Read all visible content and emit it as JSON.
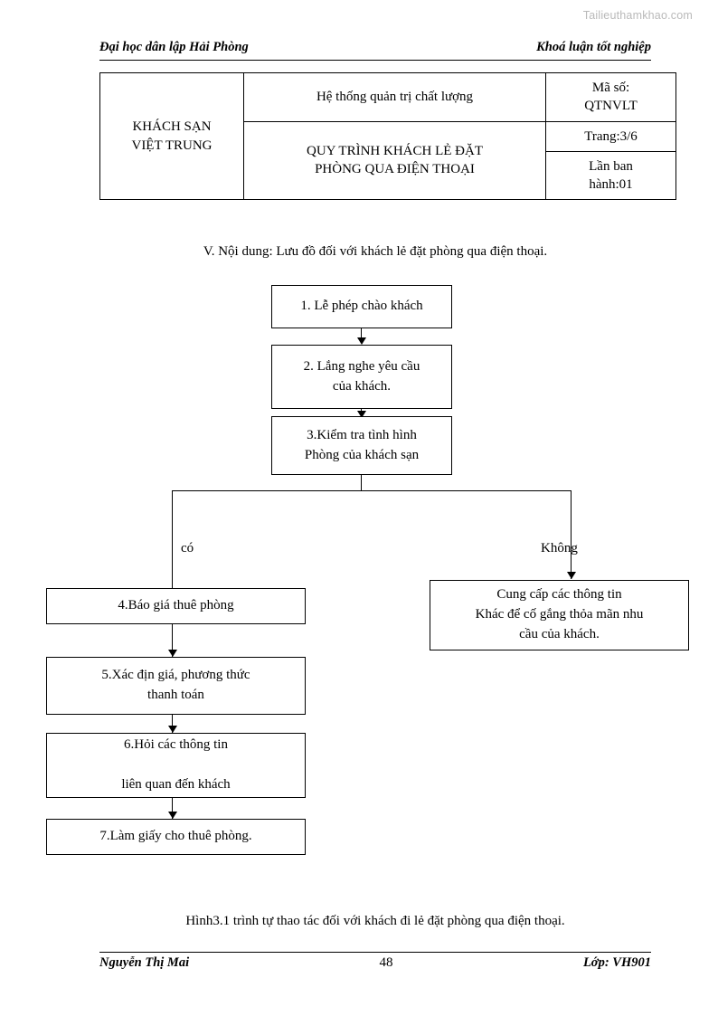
{
  "watermark": "Tailieuthamkhao.com",
  "header": {
    "left": "Đại học dân lập Hải Phòng",
    "right": "Khoá luận tốt nghiệp"
  },
  "id_table": {
    "hotel_name": "KHÁCH SẠN\nVIỆT TRUNG",
    "row1_middle": "Hệ thống quản trị chất lượng",
    "row1_right": "Mã số:\nQTNVLT",
    "row2_middle": "QUY TRÌNH KHÁCH LẺ ĐẶT\nPHÒNG QUA ĐIỆN THOẠI",
    "row2_right": "Trang:3/6",
    "row3_right": "Lần ban\nhành:01"
  },
  "section_line": "V. Nội dung: Lưu đồ đối với khách lẻ đặt phòng qua điện thoại.",
  "flow": {
    "boxes": [
      {
        "id": "step1",
        "text": "1. Lễ phép chào khách"
      },
      {
        "id": "step2",
        "text": "2. Lắng nghe yêu cầu\ncủa khách."
      },
      {
        "id": "step3",
        "text": "3.Kiểm tra tình hình\nPhòng của khách sạn"
      },
      {
        "id": "step4",
        "text": "4.Báo giá thuê phòng"
      },
      {
        "id": "step5",
        "text": "5.Xác địn giá, phương thức\nthanh toán"
      },
      {
        "id": "step6",
        "text": "6.Hỏi các thông tin\n\nliên quan đến khách"
      },
      {
        "id": "step7",
        "text": "7.Làm giấy cho thuê phòng."
      },
      {
        "id": "branch_no",
        "text": "Cung cấp các thông tin\nKhác để cố gắng thỏa mãn nhu\ncầu của khách."
      }
    ],
    "labels": {
      "yes": "có",
      "no": "Không"
    }
  },
  "caption": "Hình3.1 trình tự thao tác đối với khách đi lẻ đặt phòng qua điện thoại.",
  "footer": {
    "left": "Nguyễn Thị Mai",
    "page": "48",
    "right": "Lớp: VH901"
  }
}
